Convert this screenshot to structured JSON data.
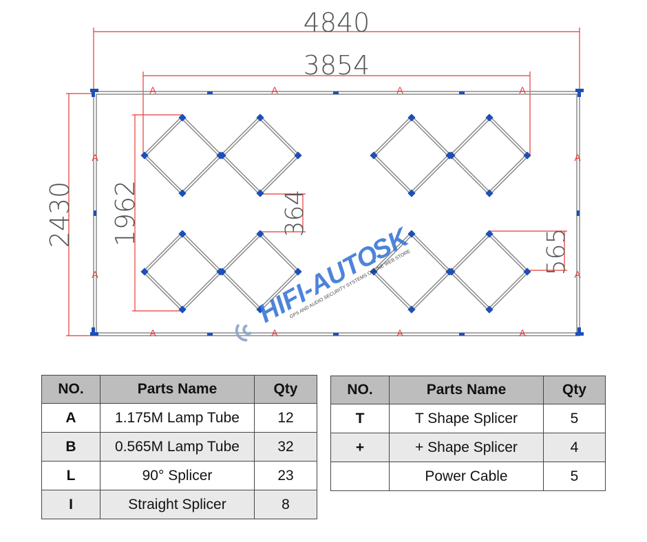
{
  "dimensions": {
    "overall_width": "4840",
    "inner_width": "3854",
    "overall_height": "2430",
    "inner_height": "1962",
    "module_gap": "364",
    "tube_length": "565"
  },
  "tube_marker": "A",
  "watermark": {
    "brand": "HIFI-AUTO",
    "domain": ".SK",
    "tagline": "GPS AND AUDIO SECURITY SYSTEMS ONLINE WEB STORE"
  },
  "tables": {
    "headers": {
      "no": "NO.",
      "name": "Parts Name",
      "qty": "Qty"
    },
    "left": [
      {
        "no": "A",
        "name": "1.175M Lamp Tube",
        "qty": "12"
      },
      {
        "no": "B",
        "name": "0.565M Lamp Tube",
        "qty": "32"
      },
      {
        "no": "L",
        "name": "90° Splicer",
        "qty": "23"
      },
      {
        "no": "I",
        "name": "Straight Splicer",
        "qty": "8"
      }
    ],
    "right": [
      {
        "no": "T",
        "name": "T Shape Splicer",
        "qty": "5"
      },
      {
        "no": "+",
        "name": "+ Shape Splicer",
        "qty": "4"
      },
      {
        "no": "",
        "name": "Power Cable",
        "qty": "5"
      }
    ]
  },
  "colors": {
    "frame": "#8a8a8a",
    "connector": "#1c4fb8",
    "dimension": "#e53935",
    "header": "#bdbdbd"
  }
}
